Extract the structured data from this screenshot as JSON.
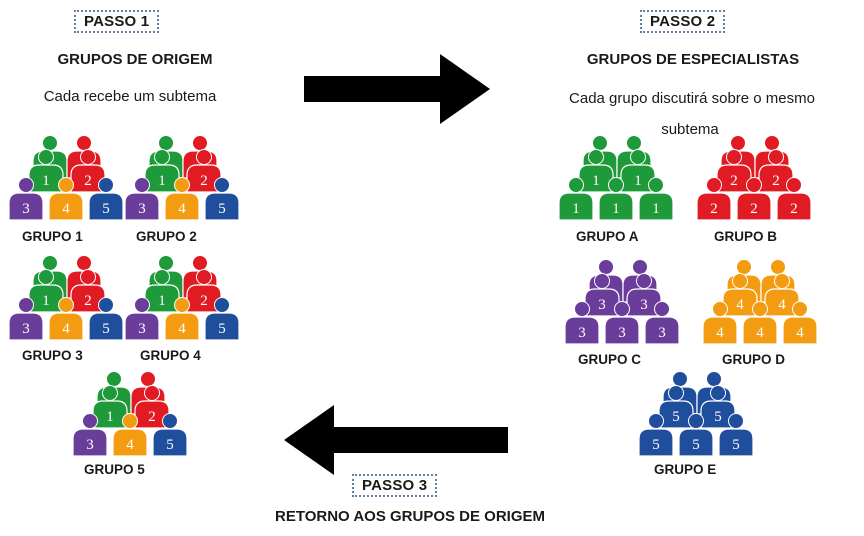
{
  "step1": {
    "label": "PASSO 1",
    "title": "GRUPOS DE ORIGEM",
    "description": "Cada recebe um subtema",
    "groups": [
      "GRUPO 1",
      "GRUPO 2",
      "GRUPO 3",
      "GRUPO 4",
      "GRUPO 5"
    ],
    "member_numbers": [
      "1",
      "2",
      "3",
      "4",
      "5"
    ]
  },
  "step2": {
    "label": "PASSO 2",
    "title": "GRUPOS DE ESPECIALISTAS",
    "description_line1": "Cada grupo discutirá sobre o mesmo",
    "description_line2": "subtema",
    "groups": [
      "GRUPO  A",
      "GRUPO  B",
      "GRUPO  C",
      "GRUPO  D",
      "GRUPO  E"
    ],
    "group_numbers": [
      "1",
      "2",
      "3",
      "4",
      "5"
    ]
  },
  "step3": {
    "label": "PASSO 3",
    "title": "RETORNO AOS GRUPOS DE ORIGEM"
  },
  "colors": {
    "subtema_1": "#1e9a3a",
    "subtema_2": "#e01b24",
    "subtema_3": "#6a3d9a",
    "subtema_4": "#f39c12",
    "subtema_5": "#1f4e9c",
    "arrow": "#000000",
    "step_border": "#5b7fa6"
  },
  "icons": {
    "mixed_group": "people-cluster-icon",
    "expert_group": "people-cluster-icon",
    "arrow_right": "arrow-right-icon",
    "arrow_left": "arrow-left-icon"
  }
}
